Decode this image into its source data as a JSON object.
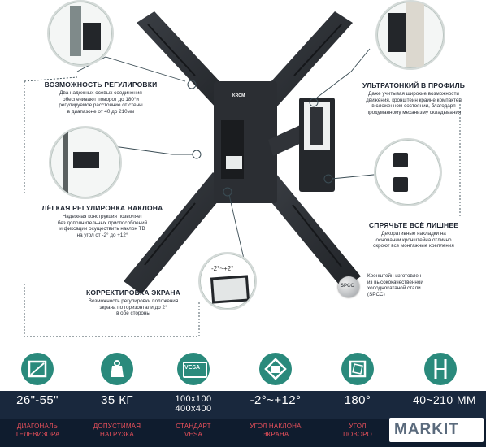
{
  "features": {
    "adjust": {
      "title": "ВОЗМОЖНОСТЬ РЕГУЛИРОВКИ",
      "desc": [
        "Два надежных осевых соединения",
        "обеспечивают поворот до 180°и",
        "регулируемое расстояние от стены",
        "в диапазоне от 40 до 210мм"
      ]
    },
    "ultrathin": {
      "title": "УЛЬТРАТОНКИЙ В ПРОФИЛЬ",
      "desc": [
        "Даже учитывая широкие возможности",
        "движения, кронштейн крайне компактен",
        "в сложенном состоянии, благодаря",
        "продуманному механизму складывания"
      ]
    },
    "tilt": {
      "title": "ЛЁГКАЯ РЕГУЛИРОВКА НАКЛОНА",
      "desc": [
        "Надежная конструкция позволяет",
        "без дополнительных приспособлений",
        "и фиксации осуществить наклон ТВ",
        "на угол от -2° до +12°"
      ]
    },
    "hide": {
      "title": "СПРЯЧЬТЕ ВСЁ ЛИШНЕЕ",
      "desc": [
        "Декоративные накладки на",
        "основании кронштейна отлично",
        "скроют все монтажные крепления"
      ]
    },
    "correct": {
      "title": "КОРРЕКТИРОВКА ЭКРАНА",
      "desc": [
        "Возможность регулировки положения",
        "экрана по горизонтали до 2°",
        "в обе стороны"
      ],
      "angle_label": "-2°~+2°"
    },
    "spcc": {
      "badge": "SPCC",
      "desc": [
        "Кронштейн изготовлен",
        "из высококачественной",
        "холоднокатаной стали",
        "(SPCC)"
      ]
    }
  },
  "bracket": {
    "logo": "KROM",
    "color": "#2b2e33"
  },
  "specs": [
    {
      "value": "26\"-55\"",
      "label": [
        "ДИАГОНАЛЬ",
        "ТЕЛЕВИЗОРА"
      ],
      "icon": "diagonal-icon"
    },
    {
      "value": "35 КГ",
      "label": [
        "ДОПУСТИМАЯ",
        "НАГРУЗКА"
      ],
      "icon": "weight-icon"
    },
    {
      "value": [
        "100x100",
        "400x400"
      ],
      "label": [
        "СТАНДАРТ",
        "VESA"
      ],
      "icon": "vesa-icon",
      "icon_text": "VESA"
    },
    {
      "value": "-2°~+12°",
      "label": [
        "УГОЛ НАКЛОНА",
        "ЭКРАНА"
      ],
      "icon": "tilt-icon"
    },
    {
      "value": "180°",
      "label": [
        "УГОЛ",
        "ПОВОРО"
      ],
      "icon": "rotate-icon"
    },
    {
      "value": "40~210 ММ",
      "label": [],
      "icon": "distance-icon"
    }
  ],
  "watermark": {
    "text": "MARKIT",
    "accent": "#e8505b"
  },
  "colors": {
    "accent": "#2a8a7c",
    "band": "#19283d",
    "label": "#e8505b"
  }
}
